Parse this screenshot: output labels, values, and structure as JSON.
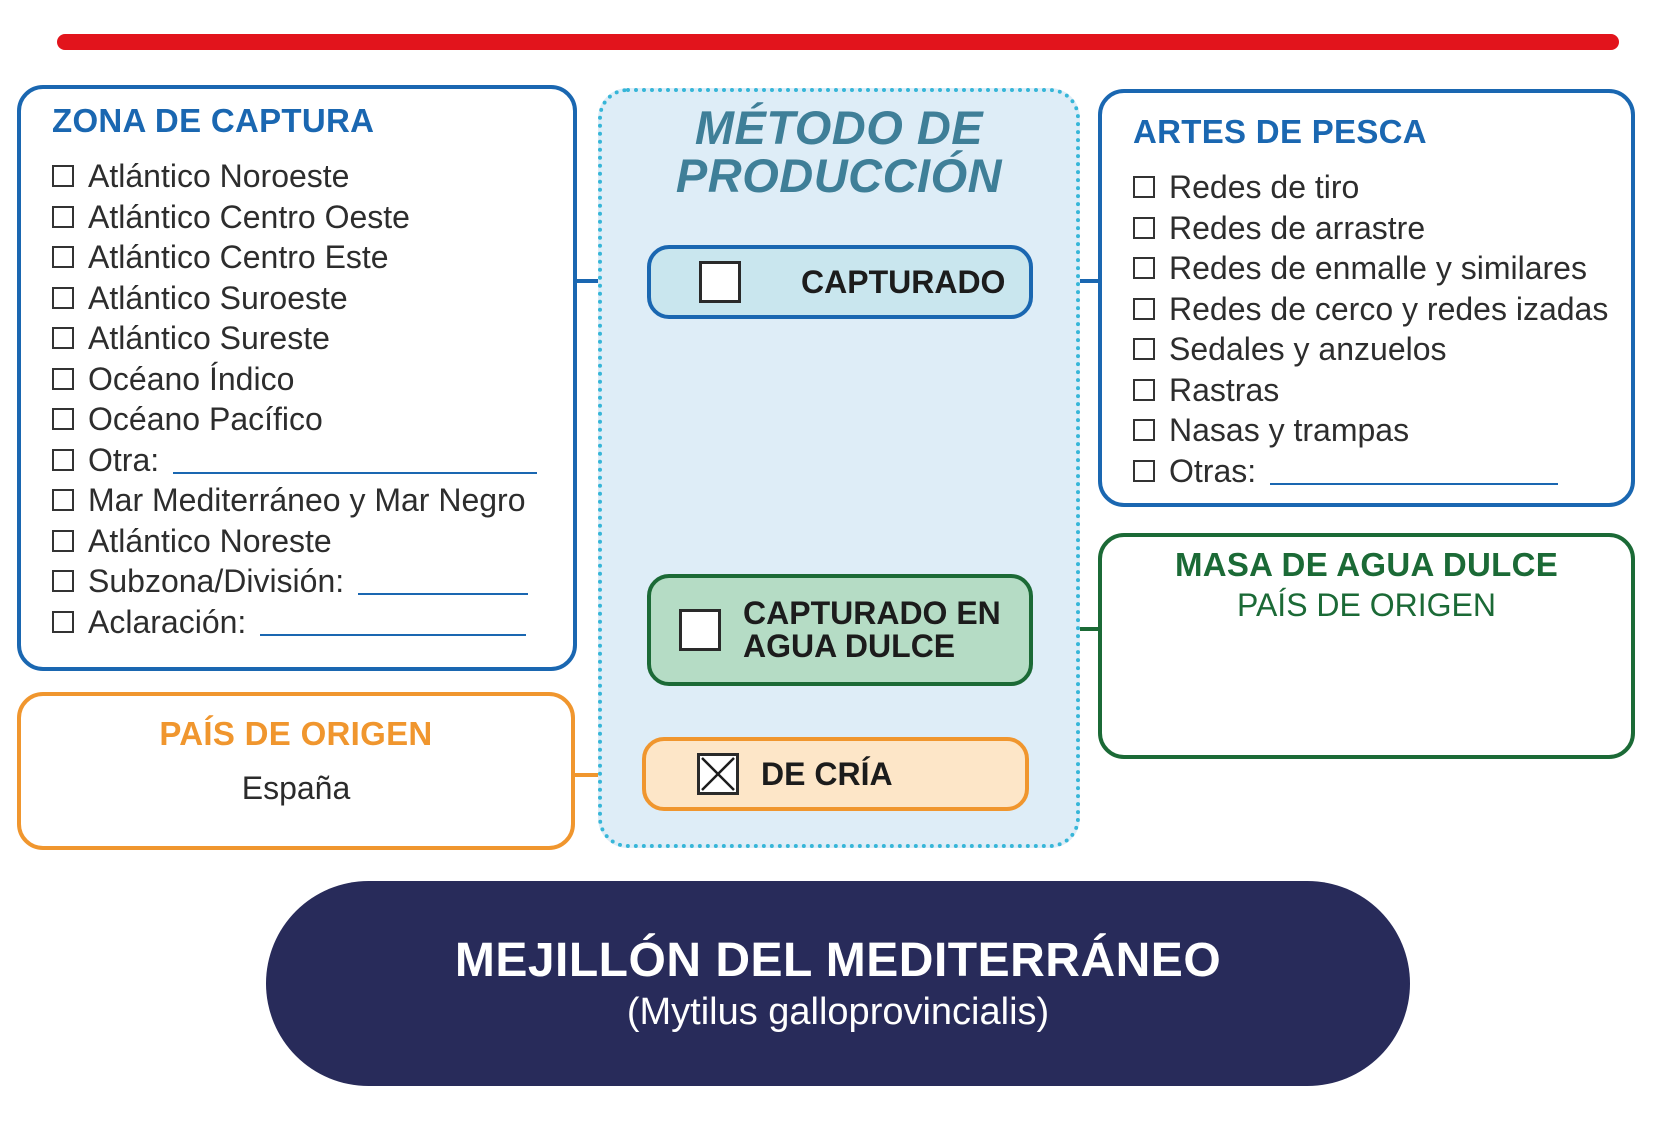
{
  "zona_captura": {
    "title": "ZONA DE CAPTURA",
    "items": [
      "Atlántico Noroeste",
      "Atlántico Centro Oeste",
      "Atlántico Centro Este",
      "Atlántico Suroeste",
      "Atlántico Sureste",
      "Océano Índico",
      "Océano Pacífico",
      "Otra:",
      "Mar Mediterráneo y Mar Negro",
      "Atlántico Noreste",
      "Subzona/División:",
      "Aclaración:"
    ]
  },
  "metodo": {
    "title_line1": "MÉTODO DE",
    "title_line2": "PRODUCCIÓN",
    "options": [
      {
        "line1": "CAPTURADO",
        "line2": "",
        "checked": false
      },
      {
        "line1": "CAPTURADO EN",
        "line2": "AGUA DULCE",
        "checked": false
      },
      {
        "line1": "DE CRÍA",
        "line2": "",
        "checked": true
      }
    ]
  },
  "artes_pesca": {
    "title": "ARTES DE PESCA",
    "items": [
      "Redes de tiro",
      "Redes de arrastre",
      "Redes de enmalle y similares",
      "Redes de cerco y redes izadas",
      "Sedales y anzuelos",
      "Rastras",
      "Nasas y trampas",
      "Otras:"
    ]
  },
  "masa_agua": {
    "title": "MASA DE AGUA DULCE",
    "subtitle": "PAÍS DE ORIGEN"
  },
  "pais_origen": {
    "title": "PAÍS DE ORIGEN",
    "value": "España"
  },
  "species": {
    "name": "MEJILLÓN DEL MEDITERRÁNEO",
    "scientific": "(Mytilus galloprovincialis)"
  },
  "colors": {
    "top_bar": "#e2141c",
    "blue": "#1a67b1",
    "green": "#1b6a36",
    "orange": "#f0962e",
    "navy": "#282b5a",
    "method_bg": "#deedf7"
  }
}
